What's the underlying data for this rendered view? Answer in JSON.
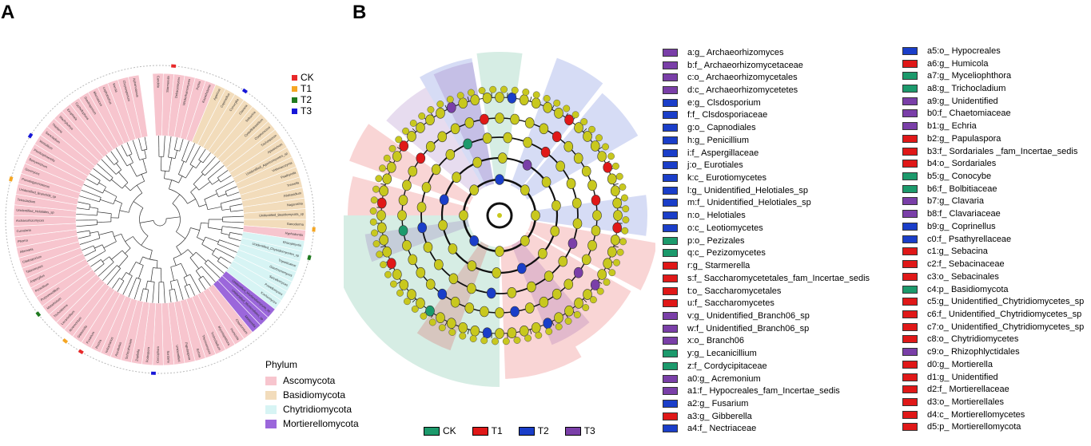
{
  "panels": {
    "a": "A",
    "b": "B"
  },
  "groups": [
    {
      "id": "CK",
      "color": "#e8292a"
    },
    {
      "id": "T1",
      "color": "#f5a623"
    },
    {
      "id": "T2",
      "color": "#1f7a1f"
    },
    {
      "id": "T3",
      "color": "#1616d8"
    }
  ],
  "phylum_legend": {
    "title": "Phylum",
    "items": [
      {
        "label": "Ascomycota",
        "color": "#f7c5ce"
      },
      {
        "label": "Basidiomycota",
        "color": "#f2dcbb"
      },
      {
        "label": "Chytridiomycota",
        "color": "#d7f4f4"
      },
      {
        "label": "Mortierellomycota",
        "color": "#9b67db"
      }
    ]
  },
  "lefse_legend": [
    {
      "label": "CK",
      "color": "#1c9a6c"
    },
    {
      "label": "T1",
      "color": "#e01818"
    },
    {
      "label": "T2",
      "color": "#1a3ec9"
    },
    {
      "label": "T3",
      "color": "#7a3fa8"
    }
  ],
  "lefse_colors": {
    "CK": "#1c9a6c",
    "T1": "#e01818",
    "T2": "#1a3ec9",
    "T3": "#7a3fa8"
  },
  "clade_columns": [
    [
      {
        "label": "a:g_ Archaeorhizomyces",
        "group": "T3"
      },
      {
        "label": "b:f_ Archaeorhizomycetaceae",
        "group": "T3"
      },
      {
        "label": "c:o_ Archaeorhizomycetales",
        "group": "T3"
      },
      {
        "label": "d:c_ Archaeorhizomycetetes",
        "group": "T3"
      },
      {
        "label": "e:g_ Clsdosporium",
        "group": "T2"
      },
      {
        "label": "f:f_ Clsdosporiaceae",
        "group": "T2"
      },
      {
        "label": "g:o_ Capnodiales",
        "group": "T2"
      },
      {
        "label": "h:g_ Penicillium",
        "group": "T2"
      },
      {
        "label": "i:f_ Aspergillaceae",
        "group": "T2"
      },
      {
        "label": "j:o_ Eurotiales",
        "group": "T2"
      },
      {
        "label": "k:c_ Eurotiomycetes",
        "group": "T2"
      },
      {
        "label": "l:g_ Unidentified_Helotiales_sp",
        "group": "T2"
      },
      {
        "label": "m:f_ Unidentified_Helotiales_sp",
        "group": "T2"
      },
      {
        "label": "n:o_ Helotiales",
        "group": "T2"
      },
      {
        "label": "o:c_ Leotiomycetes",
        "group": "T2"
      },
      {
        "label": "p:o_ Pezizales",
        "group": "CK"
      },
      {
        "label": "q:c_ Pezizomycetes",
        "group": "CK"
      },
      {
        "label": "r:g_ Starmerella",
        "group": "T1"
      },
      {
        "label": "s:f_ Saccharomycetetales_fam_Incertae_sedis",
        "group": "T1"
      },
      {
        "label": "t:o_ Saccharomycetales",
        "group": "T1"
      },
      {
        "label": "u:f_ Saccharomycetes",
        "group": "T1"
      },
      {
        "label": "v:g_ Unidentified_Branch06_sp",
        "group": "T3"
      },
      {
        "label": "w:f_ Unidentified_Branch06_sp",
        "group": "T3"
      },
      {
        "label": "x:o_ Branch06",
        "group": "T3"
      },
      {
        "label": "y:g_ Lecanicillium",
        "group": "CK"
      },
      {
        "label": "z:f_ Cordycipitaceae",
        "group": "CK"
      },
      {
        "label": "a0:g_ Acremonium",
        "group": "T3"
      },
      {
        "label": "a1:f_ Hypocreales_fam_Incertae_sedis",
        "group": "T3"
      },
      {
        "label": "a2:g_ Fusarium",
        "group": "T2"
      },
      {
        "label": "a3:g_ Gibberella",
        "group": "T1"
      },
      {
        "label": "a4:f_ Nectriaceae",
        "group": "T2"
      }
    ],
    [
      {
        "label": "a5:o_ Hypocreales",
        "group": "T2"
      },
      {
        "label": "a6:g_ Humicola",
        "group": "T1"
      },
      {
        "label": "a7:g_ Myceliophthora",
        "group": "CK"
      },
      {
        "label": "a8:g_ Trichocladium",
        "group": "CK"
      },
      {
        "label": "a9:g_ Unidentified",
        "group": "T3"
      },
      {
        "label": "b0:f_ Chaetomiaceae",
        "group": "T3"
      },
      {
        "label": "b1:g_ Echria",
        "group": "T3"
      },
      {
        "label": "b2:g_ Papulaspora",
        "group": "T1"
      },
      {
        "label": "b3:f_ Sordariales _fam_Incertae_sedis",
        "group": "T1"
      },
      {
        "label": "b4:o_ Sordariales",
        "group": "T1"
      },
      {
        "label": "b5:g_ Conocybe",
        "group": "CK"
      },
      {
        "label": "b6:f_ Bolbitiaceae",
        "group": "CK"
      },
      {
        "label": "b7:g_ Clavaria",
        "group": "T3"
      },
      {
        "label": "b8:f_ Clavariaceae",
        "group": "T3"
      },
      {
        "label": "b9:g_ Coprinellus",
        "group": "T2"
      },
      {
        "label": "c0:f_ Psathyrellaceae",
        "group": "T2"
      },
      {
        "label": "c1:g_ Sebacina",
        "group": "T1"
      },
      {
        "label": "c2:f_ Sebacinaceae",
        "group": "T1"
      },
      {
        "label": "c3:o_ Sebacinales",
        "group": "T1"
      },
      {
        "label": "c4:p_ Basidiomycota",
        "group": "CK"
      },
      {
        "label": "c5:g_ Unidentified_Chytridiomycetes_sp",
        "group": "T1"
      },
      {
        "label": "c6:f_ Unidentified_Chytridiomycetes_sp",
        "group": "T1"
      },
      {
        "label": "c7:o_ Unidentified_Chytridiomycetes_sp",
        "group": "T1"
      },
      {
        "label": "c8:o_ Chytridiomycetes",
        "group": "T1"
      },
      {
        "label": "c9:o_ Rhizophlyctidales",
        "group": "T3"
      },
      {
        "label": "d0:g_ Mortierella",
        "group": "T1"
      },
      {
        "label": "d1:g_ Unidentified",
        "group": "T1"
      },
      {
        "label": "d2:f_ Mortierellaceae",
        "group": "T1"
      },
      {
        "label": "d3:o_ Mortierellales",
        "group": "T1"
      },
      {
        "label": "d4:c_ Mortierellomycetes",
        "group": "T1"
      },
      {
        "label": "d5:p_ Mortierellomycota",
        "group": "T1"
      }
    ]
  ],
  "tree_tips": [
    {
      "name": "Candida",
      "phylum": "Ascomycota"
    },
    {
      "name": "Starmerella",
      "phylum": "Ascomycota"
    },
    {
      "name": "Debaryomyces",
      "phylum": "Ascomycota"
    },
    {
      "name": "Wickerhamomyces",
      "phylum": "Ascomycota"
    },
    {
      "name": "Pichia",
      "phylum": "Ascomycota"
    },
    {
      "name": "Kazachstania",
      "phylum": "Ascomycota"
    },
    {
      "name": "Agaricus",
      "phylum": "Basidiomycota"
    },
    {
      "name": "Coprinellus",
      "phylum": "Basidiomycota"
    },
    {
      "name": "Conocybe",
      "phylum": "Basidiomycota"
    },
    {
      "name": "Clavaria",
      "phylum": "Basidiomycota"
    },
    {
      "name": "Sebacina",
      "phylum": "Basidiomycota"
    },
    {
      "name": "Cystofilobasidium",
      "phylum": "Basidiomycota"
    },
    {
      "name": "Cryptococcus",
      "phylum": "Basidiomycota"
    },
    {
      "name": "Trichosporon",
      "phylum": "Basidiomycota"
    },
    {
      "name": "Apiotrichum",
      "phylum": "Basidiomycota"
    },
    {
      "name": "Unidentified_Agaricomycetes_sp",
      "phylum": "Basidiomycota"
    },
    {
      "name": "Vishniacozyma",
      "phylum": "Basidiomycota"
    },
    {
      "name": "Psathyrella",
      "phylum": "Basidiomycota"
    },
    {
      "name": "Tremella",
      "phylum": "Basidiomycota"
    },
    {
      "name": "Filobasidium",
      "phylum": "Basidiomycota"
    },
    {
      "name": "Naganishia",
      "phylum": "Basidiomycota"
    },
    {
      "name": "Unidentified_Basidiomycota_sp",
      "phylum": "Basidiomycota"
    },
    {
      "name": "Ganoderma",
      "phylum": "Basidiomycota"
    },
    {
      "name": "Hyphodontia",
      "phylum": "Ascomycota"
    },
    {
      "name": "Rhizophlyctis",
      "phylum": "Chytridiomycota"
    },
    {
      "name": "Unidentified_Chytridiomycetes_sp",
      "phylum": "Chytridiomycota"
    },
    {
      "name": "Triparticalcar",
      "phylum": "Chytridiomycota"
    },
    {
      "name": "Gaertneriomyces",
      "phylum": "Chytridiomycota"
    },
    {
      "name": "Spizellomyces",
      "phylum": "Chytridiomycota"
    },
    {
      "name": "Powellomyces",
      "phylum": "Chytridiomycota"
    },
    {
      "name": "Kochiomyces",
      "phylum": "Chytridiomycota"
    },
    {
      "name": "Unidentified_Mortierellomycota_sp",
      "phylum": "Mortierellomycota"
    },
    {
      "name": "Unidentified_Mortierellales_sp",
      "phylum": "Mortierellomycota"
    },
    {
      "name": "Mortierella",
      "phylum": "Mortierellomycota"
    },
    {
      "name": "Chaetomium",
      "phylum": "Ascomycota"
    },
    {
      "name": "Humicola",
      "phylum": "Ascomycota"
    },
    {
      "name": "Myceliophthora",
      "phylum": "Ascomycota"
    },
    {
      "name": "Trichocladium",
      "phylum": "Ascomycota"
    },
    {
      "name": "Thermomyces",
      "phylum": "Ascomycota"
    },
    {
      "name": "Echria",
      "phylum": "Ascomycota"
    },
    {
      "name": "Papulaspora",
      "phylum": "Ascomycota"
    },
    {
      "name": "Unidentified",
      "phylum": "Ascomycota"
    },
    {
      "name": "Sordaria",
      "phylum": "Ascomycota"
    },
    {
      "name": "Cercophora",
      "phylum": "Ascomycota"
    },
    {
      "name": "Podospora",
      "phylum": "Ascomycota"
    },
    {
      "name": "Zopfiella",
      "phylum": "Ascomycota"
    },
    {
      "name": "Schizothecium",
      "phylum": "Ascomycota"
    },
    {
      "name": "Ascobolus",
      "phylum": "Ascomycota"
    },
    {
      "name": "Iodophanus",
      "phylum": "Ascomycota"
    },
    {
      "name": "Peziza",
      "phylum": "Ascomycota"
    },
    {
      "name": "Fusarium",
      "phylum": "Ascomycota"
    },
    {
      "name": "Gibberella",
      "phylum": "Ascomycota"
    },
    {
      "name": "Acremonium",
      "phylum": "Ascomycota"
    },
    {
      "name": "Lecanicillium",
      "phylum": "Ascomycota"
    },
    {
      "name": "Trichoderma",
      "phylum": "Ascomycota"
    },
    {
      "name": "Metarhizium",
      "phylum": "Ascomycota"
    },
    {
      "name": "Purpureocillium",
      "phylum": "Ascomycota"
    },
    {
      "name": "Penicillium",
      "phylum": "Ascomycota"
    },
    {
      "name": "Aspergillus",
      "phylum": "Ascomycota"
    },
    {
      "name": "Talaromyces",
      "phylum": "Ascomycota"
    },
    {
      "name": "Cladosporium",
      "phylum": "Ascomycota"
    },
    {
      "name": "Alternaria",
      "phylum": "Ascomycota"
    },
    {
      "name": "Phoma",
      "phylum": "Ascomycota"
    },
    {
      "name": "Curvularia",
      "phylum": "Ascomycota"
    },
    {
      "name": "Archaeorhizomyces",
      "phylum": "Ascomycota"
    },
    {
      "name": "Unidentified_Helotiales_sp",
      "phylum": "Ascomycota"
    },
    {
      "name": "Tetracladium",
      "phylum": "Ascomycota"
    },
    {
      "name": "Unidentified_Branch06_sp",
      "phylum": "Ascomycota"
    },
    {
      "name": "Pseudogymnoascus",
      "phylum": "Ascomycota"
    },
    {
      "name": "Geomyces",
      "phylum": "Ascomycota"
    },
    {
      "name": "Botryotrichum",
      "phylum": "Ascomycota"
    },
    {
      "name": "Plectosphaerella",
      "phylum": "Ascomycota"
    },
    {
      "name": "Verticillium",
      "phylum": "Ascomycota"
    },
    {
      "name": "Sarocladium",
      "phylum": "Ascomycota"
    },
    {
      "name": "Thielavia",
      "phylum": "Ascomycota"
    },
    {
      "name": "Stachybotrys",
      "phylum": "Ascomycota"
    },
    {
      "name": "Exophiala",
      "phylum": "Ascomycota"
    },
    {
      "name": "Cyphellophora",
      "phylum": "Ascomycota"
    },
    {
      "name": "Scedosporium",
      "phylum": "Ascomycota"
    },
    {
      "name": "Microascus",
      "phylum": "Ascomycota"
    },
    {
      "name": "Lophotrichus",
      "phylum": "Ascomycota"
    },
    {
      "name": "Kernia",
      "phylum": "Ascomycota"
    },
    {
      "name": "Chrysosporium",
      "phylum": "Ascomycota"
    },
    {
      "name": "Aphanoascus",
      "phylum": "Ascomycota"
    }
  ]
}
